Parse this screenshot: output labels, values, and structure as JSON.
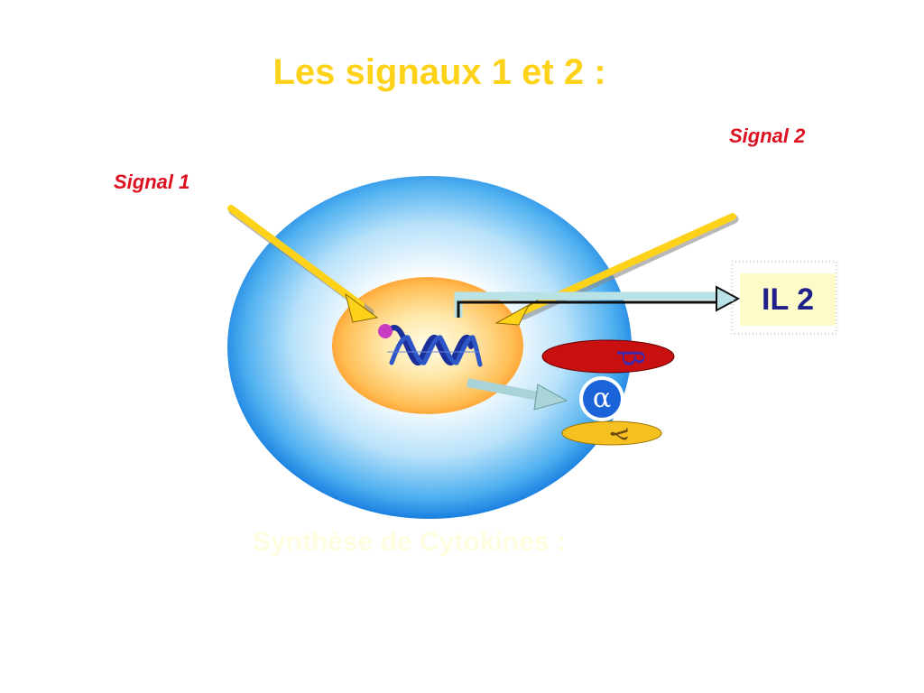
{
  "title": "Les signaux 1 et 2 :",
  "labels": {
    "signal1": "Signal 1",
    "signal2": "Signal 2",
    "il2": "IL 2",
    "synthesis": "Synthèse de Cytokines :"
  },
  "receptor": {
    "alpha": "α",
    "beta": "β",
    "gamma": "γ"
  },
  "colors": {
    "title": "#ffd21a",
    "signal_label": "#dd1020",
    "cell_outer": "#1a80e0",
    "nucleus": "#ffb040",
    "arrow": "#ffd21a",
    "beta_chain": "#c81010",
    "gamma_chain": "#f6c020",
    "alpha_chain": "#1a63d8",
    "il2_box": "#fdfcc8"
  },
  "icons": {
    "dna": "dna-double-helix-icon"
  }
}
